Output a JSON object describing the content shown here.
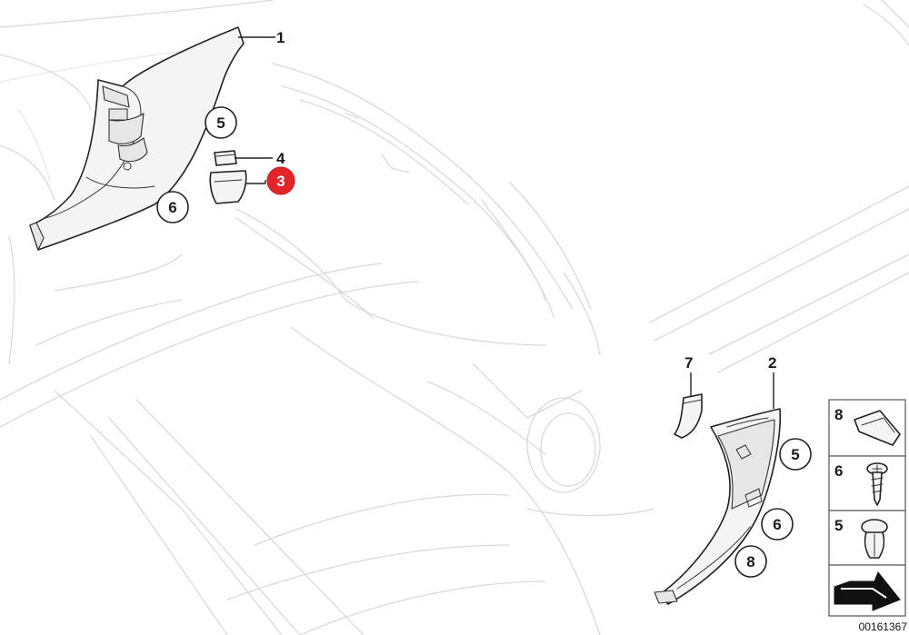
{
  "diagram": {
    "image_id": "00161367",
    "callouts": [
      {
        "id": "c1",
        "label": "1",
        "style": "plain"
      },
      {
        "id": "c2",
        "label": "2",
        "style": "plain"
      },
      {
        "id": "c3",
        "label": "3",
        "style": "highlighted"
      },
      {
        "id": "c4",
        "label": "4",
        "style": "plain"
      },
      {
        "id": "c5a",
        "label": "5",
        "style": "circled"
      },
      {
        "id": "c6a",
        "label": "6",
        "style": "circled"
      },
      {
        "id": "c7",
        "label": "7",
        "style": "plain"
      },
      {
        "id": "c5b",
        "label": "5",
        "style": "circled"
      },
      {
        "id": "c6b",
        "label": "6",
        "style": "circled"
      },
      {
        "id": "c8",
        "label": "8",
        "style": "circled"
      }
    ],
    "legend": [
      {
        "label": "8",
        "icon": "clip-icon"
      },
      {
        "label": "6",
        "icon": "screw-icon"
      },
      {
        "label": "5",
        "icon": "expanding-rivet-icon"
      },
      {
        "label": "",
        "icon": "direction-arrow-icon"
      }
    ],
    "colors": {
      "highlight": "#e3242b",
      "line": "#222222",
      "background_line": "#d9d9d9"
    }
  }
}
